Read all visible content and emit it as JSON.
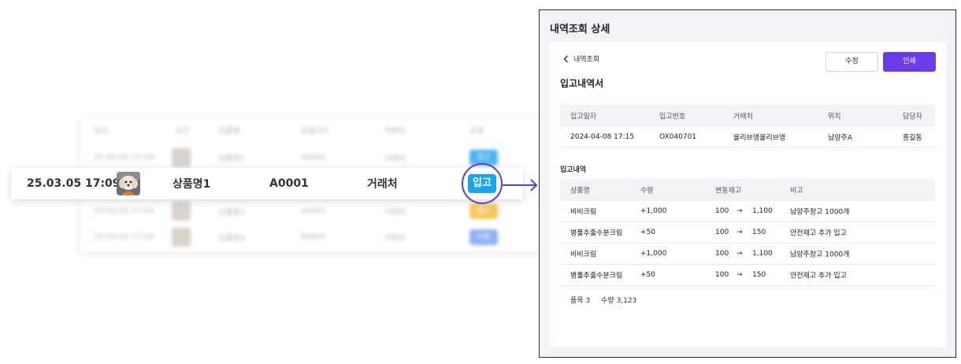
{
  "background_list": {
    "header": [
      "일자",
      "사진",
      "상품명",
      "상품코드",
      "거래처",
      "유형"
    ],
    "rows": [
      {
        "date": "25.03.05 17:09",
        "name": "상품명1",
        "code": "A0001",
        "vendor": "거래처",
        "badge": "입고",
        "badge_color": "#4bb5f0"
      },
      {
        "date": "25.03.05 17:09",
        "name": "상품명3",
        "code": "A0001",
        "vendor": "거래처",
        "badge": "출고",
        "badge_color": "#f3c95c"
      },
      {
        "date": "25.03.05 17:09",
        "name": "상품명4",
        "code": "A0001",
        "vendor": "거래처",
        "badge": "이동",
        "badge_color": "#8fb2f2"
      }
    ]
  },
  "highlight_row": {
    "date": "25.03.05 17:09",
    "name": "상품명1",
    "code": "A0001",
    "vendor": "거래처",
    "badge": "입고"
  },
  "detail": {
    "window_title": "내역조회 상세",
    "back_label": "내역조회",
    "doc_title": "입고내역서",
    "edit_button": "수정",
    "print_button": "인쇄",
    "info_headers": [
      "입고일자",
      "입고번호",
      "거래처",
      "위치",
      "담당자"
    ],
    "info_values": [
      "2024-04-08 17:15",
      "OX040701",
      "올리브영올리브영",
      "남양주A",
      "홍길동"
    ],
    "items_title": "입고내역",
    "item_headers": [
      "상품명",
      "수량",
      "변동재고",
      "비고"
    ],
    "items": [
      {
        "name": "비비크림",
        "qty": "+1,000",
        "before": "100",
        "arrow": "→",
        "after": "1,100",
        "note": "남양주창고 1000개"
      },
      {
        "name": "병풀추출수분크림",
        "qty": "+50",
        "before": "100",
        "arrow": "→",
        "after": "150",
        "note": "안전재고 추가 입고"
      },
      {
        "name": "비비크림",
        "qty": "+1,000",
        "before": "100",
        "arrow": "→",
        "after": "1,100",
        "note": "남양주창고 1000개"
      },
      {
        "name": "병풀추출수분크림",
        "qty": "+50",
        "before": "100",
        "arrow": "→",
        "after": "150",
        "note": "안전재고 추가 입고"
      }
    ],
    "summary_items": "품목 3",
    "summary_qty": "수량 3,123"
  },
  "colors": {
    "accent": "#6a3de8",
    "badge_in": "#1aa6e6",
    "highlight_ring": "#5b3fd1"
  },
  "icons": [
    "chevron-left-icon",
    "arrow-right-icon",
    "dog-photo-icon"
  ]
}
